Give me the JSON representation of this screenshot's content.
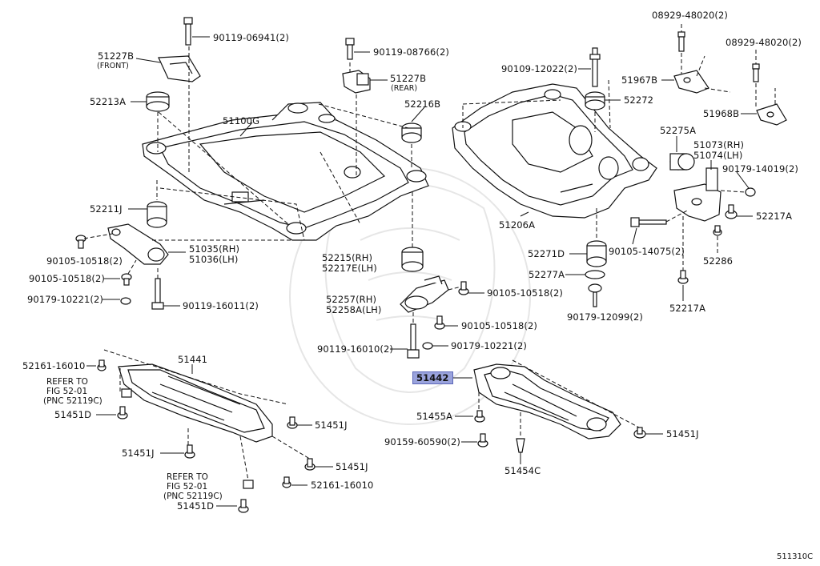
{
  "labels": {
    "p90119_06941": "90119-06941(2)",
    "p51227B_front": "51227B",
    "p51227B_front_sub": "(FRONT)",
    "p52213A": "52213A",
    "p51100G": "51100G",
    "p52211J": "52211J",
    "p90105_10518_a": "90105-10518(2)",
    "p90105_10518_b": "90105-10518(2)",
    "p51035": "51035(RH)",
    "p51036": "51036(LH)",
    "p90179_10221_a": "90179-10221(2)",
    "p90119_16011": "90119-16011(2)",
    "p90119_08766": "90119-08766(2)",
    "p51227B_rear": "51227B",
    "p51227B_rear_sub": "(REAR)",
    "p52216B": "52216B",
    "p52215": "52215(RH)",
    "p52217E": "52217E(LH)",
    "p52257": "52257(RH)",
    "p52258A": "52258A(LH)",
    "p90119_16010": "90119-16010(2)",
    "p90105_10518_c": "90105-10518(2)",
    "p90105_10518_d": "90105-10518(2)",
    "p90179_10221_b": "90179-10221(2)",
    "p08929_48020_a": "08929-48020(2)",
    "p08929_48020_b": "08929-48020(2)",
    "p90109_12022": "90109-12022(2)",
    "p51967B": "51967B",
    "p51968B": "51968B",
    "p52272": "52272",
    "p52275A": "52275A",
    "p51073": "51073(RH)",
    "p51074": "51074(LH)",
    "p90179_14019": "90179-14019(2)",
    "p51206A": "51206A",
    "p52217A_a": "52217A",
    "p52271D": "52271D",
    "p90105_14075": "90105-14075(2)",
    "p52286": "52286",
    "p52277A": "52277A",
    "p90179_12099": "90179-12099(2)",
    "p52217A_b": "52217A",
    "p52161_16010_a": "52161-16010",
    "p51441": "51441",
    "p51451D_a": "51451D",
    "p51451J_a": "51451J",
    "p51451J_b": "51451J",
    "p51451J_c": "51451J",
    "p52161_16010_b": "52161-16010",
    "p51451D_b": "51451D",
    "p51442": "51442",
    "p51455A": "51455A",
    "p90159_60590": "90159-60590(2)",
    "p51454C": "51454C",
    "p51451J_d": "51451J"
  },
  "refs": {
    "ref1_line1": "REFER TO",
    "ref1_line2": "FIG 52-01",
    "ref1_line3": "(PNC 52119C)",
    "ref2_line1": "REFER TO",
    "ref2_line2": "FIG 52-01",
    "ref2_line3": "(PNC 52119C)"
  },
  "highlighted_part": "51442",
  "diagram_code": "511310C",
  "colors": {
    "highlight_fill": "#9aa3dc",
    "highlight_border": "#5b66b8",
    "ink": "#111111"
  }
}
